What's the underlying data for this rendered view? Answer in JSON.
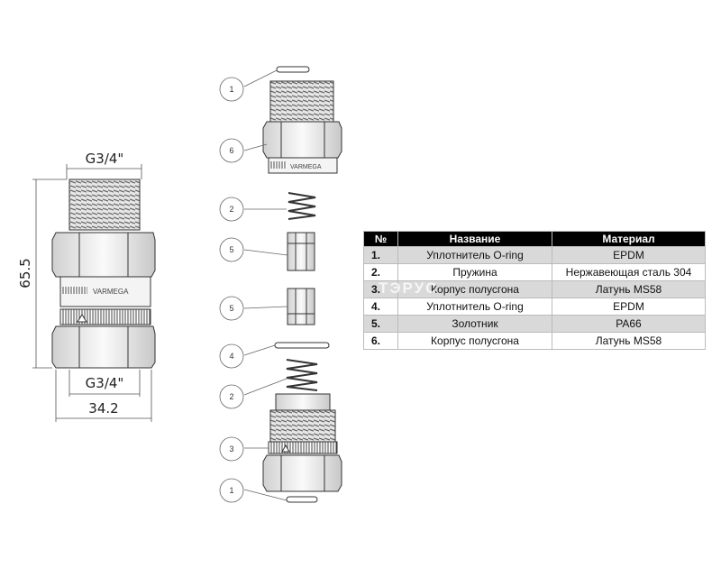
{
  "dimensions": {
    "thread_top": "G3/4\"",
    "thread_bottom": "G3/4\"",
    "height": "65.5",
    "width": "34.2"
  },
  "brand_marking": "VARMEGA",
  "watermark": "ТЭРУС",
  "callouts": [
    "1",
    "6",
    "2",
    "5",
    "5",
    "4",
    "2",
    "3",
    "1"
  ],
  "table": {
    "headers": [
      "№",
      "Название",
      "Материал"
    ],
    "rows": [
      {
        "num": "1.",
        "name": "Уплотнитель O-ring",
        "material": "EPDM"
      },
      {
        "num": "2.",
        "name": "Пружина",
        "material": "Нержавеющая сталь 304"
      },
      {
        "num": "3.",
        "name": "Корпус полусгона",
        "material": "Латунь MS58"
      },
      {
        "num": "4.",
        "name": "Уплотнитель O-ring",
        "material": "EPDM"
      },
      {
        "num": "5.",
        "name": "Золотник",
        "material": "PA66"
      },
      {
        "num": "6.",
        "name": "Корпус полусгона",
        "material": "Латунь MS58"
      }
    ]
  }
}
